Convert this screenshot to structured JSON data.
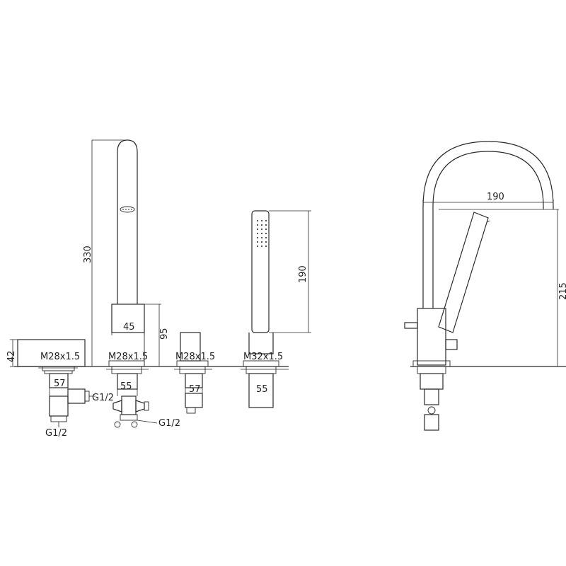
{
  "labels": {
    "h330": "330",
    "h95": "95",
    "w45": "45",
    "h42": "42",
    "h190_handset": "190",
    "w190_spout": "190",
    "h215": "215",
    "thread_a": "M28x1.5",
    "thread_b": "M28x1.5",
    "thread_c": "M28x1.5",
    "thread_d": "M32x1.5",
    "w57_a": "57",
    "w55_b": "55",
    "w57_c": "57",
    "w55_d": "55",
    "g12_a": "G1/2",
    "g12_b": "G1/2",
    "g12_c": "G1/2"
  },
  "colors": {
    "line": "#2a2a2a",
    "text": "#222222"
  }
}
